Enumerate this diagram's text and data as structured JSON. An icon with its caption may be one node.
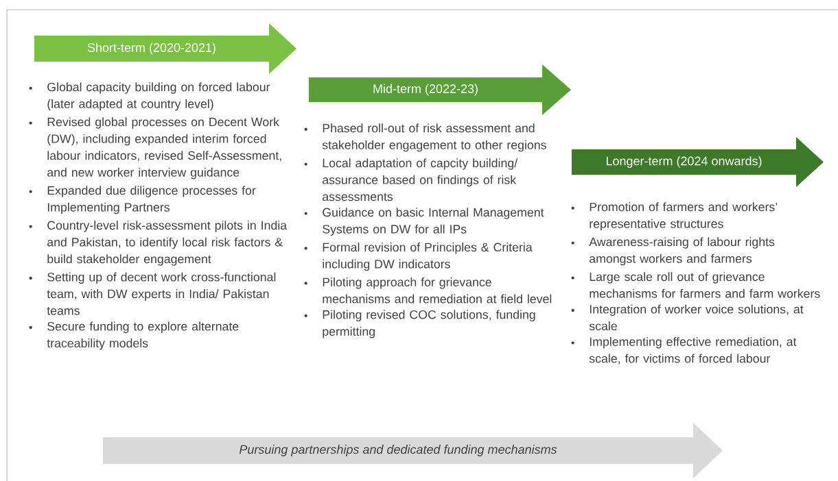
{
  "diagram": {
    "nodes": [
      {
        "text": [
          "Short-term (2020-2021)"
        ],
        "beside": [
          "Global capacity building on forced labour (later adapted at country level)",
          "Revised global processes on Decent Work (DW), including expanded interim forced labour indicators, revised Self-Assessment, and new worker interview guidance",
          "Expanded due diligence processes for Implementing Partners",
          "Country-level risk-assessment pilots in India and Pakistan, to identify local risk factors & build stakeholder engagement",
          "Setting up of decent work cross-functional team, with DW experts in India/ Pakistan teams",
          "Secure funding to explore alternate traceability models"
        ]
      },
      {
        "text": [
          "Mid-term (2022-23)"
        ],
        "beside": [
          "Phased roll-out of risk assessment and stakeholder engagement to other regions",
          "Local adaptation of capcity building/ assurance based on findings of risk assessments",
          "Guidance on basic Internal Management Systems on DW for all IPs",
          "Formal revision of Principles & Criteria including DW indicators",
          "Piloting approach for grievance mechanisms and remediation at field level",
          "Piloting revised COC solutions, funding permitting"
        ]
      },
      {
        "text": [
          "Longer-term (2024 onwards)"
        ],
        "beside": [
          "Promotion of farmers and workers’ representative structures",
          "Awareness-raising of labour rights amongst workers and farmers",
          "Large scale roll out of grievance mechanisms for farmers and farm workers",
          "Integration of worker voice solutions, at scale",
          "Implementing effective remediation, at scale, for victims of forced labour"
        ]
      },
      {
        "text": [
          "Pursuing partnerships and dedicated funding mechanisms"
        ]
      }
    ]
  }
}
